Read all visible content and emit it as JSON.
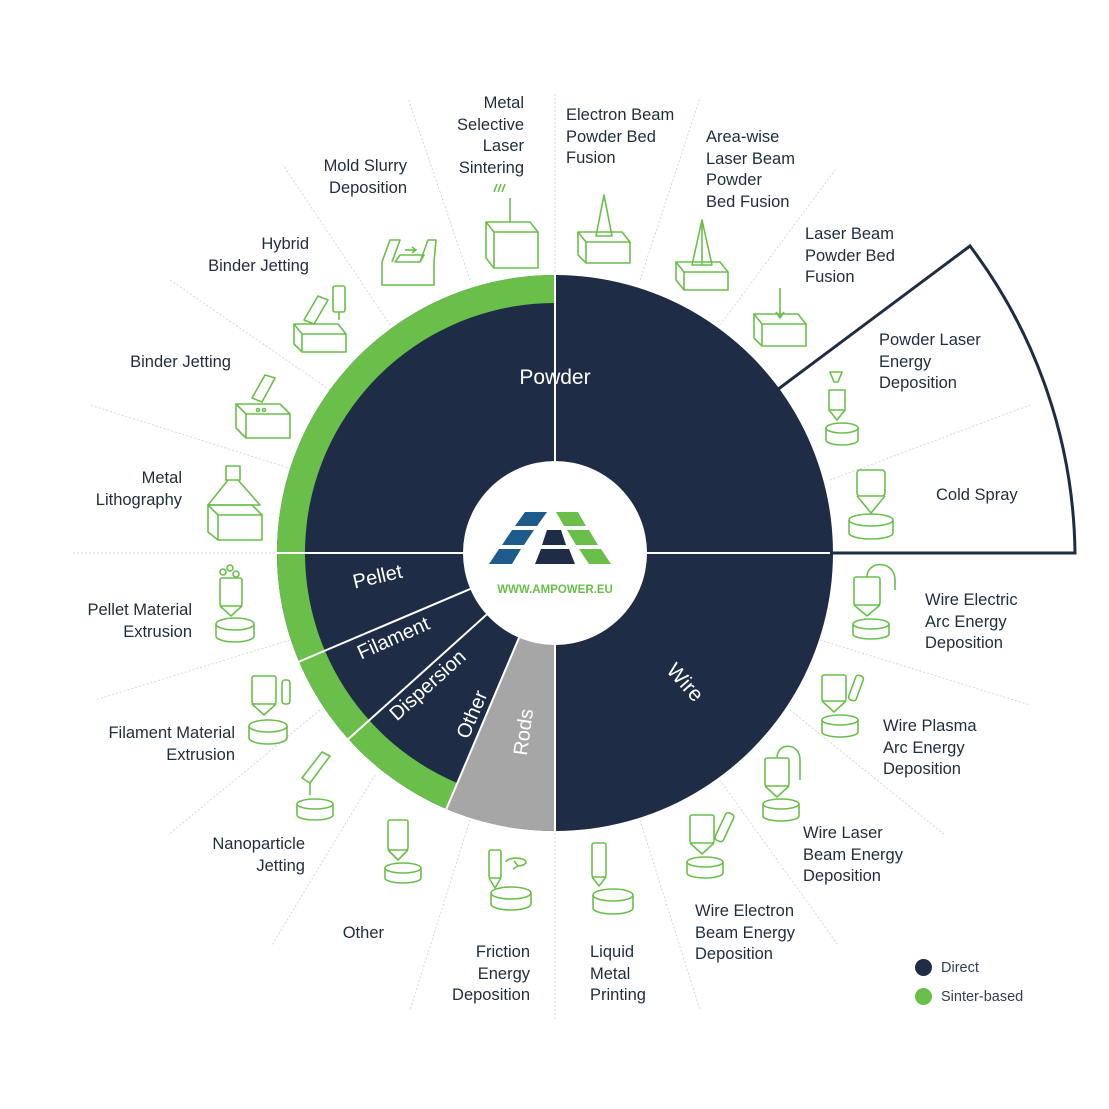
{
  "colors": {
    "direct": "#1e2d45",
    "sinter": "#6abf4b",
    "other": "#a6a6a6",
    "icon": "#6abf4b",
    "text": "#1f2d3d"
  },
  "center": {
    "url": "WWW.AMPOWER.EU",
    "logo": "ampower-logo"
  },
  "feedstock": {
    "powder": "Powder",
    "pellet": "Pellet",
    "filament": "Filament",
    "dispersion": "Dispersion",
    "other": "Other",
    "rods": "Rods",
    "wire": "Wire"
  },
  "technologies": {
    "metal_selective_laser_sintering": "Metal\nSelective\nLaser\nSintering",
    "electron_beam_pbf": "Electron Beam\nPowder Bed\nFusion",
    "area_wise_laser_pbf": "Area-wise\nLaser Beam\nPowder\nBed Fusion",
    "laser_beam_pbf": "Laser Beam\nPowder Bed\nFusion",
    "powder_laser_ed": "Powder Laser\nEnergy\nDeposition",
    "cold_spray": "Cold Spray",
    "wire_electric_arc_ed": "Wire Electric\nArc Energy\nDeposition",
    "wire_plasma_arc_ed": "Wire Plasma\nArc Energy\nDeposition",
    "wire_laser_beam_ed": "Wire Laser\nBeam Energy\nDeposition",
    "wire_electron_beam_ed": "Wire Electron\nBeam Energy\nDeposition",
    "liquid_metal_printing": "Liquid\nMetal\nPrinting",
    "friction_energy_deposition": "Friction\nEnergy\nDeposition",
    "other": "Other",
    "nanoparticle_jetting": "Nanoparticle\nJetting",
    "filament_material_extrusion": "Filament Material\nExtrusion",
    "pellet_material_extrusion": "Pellet Material\nExtrusion",
    "metal_lithography": "Metal\nLithography",
    "binder_jetting": "Binder Jetting",
    "hybrid_binder_jetting": "Hybrid\nBinder Jetting",
    "mold_slurry_deposition": "Mold Slurry\nDeposition"
  },
  "legend": [
    {
      "label": "Direct",
      "color": "#1e2d45"
    },
    {
      "label": "Sinter-based",
      "color": "#6abf4b"
    }
  ]
}
